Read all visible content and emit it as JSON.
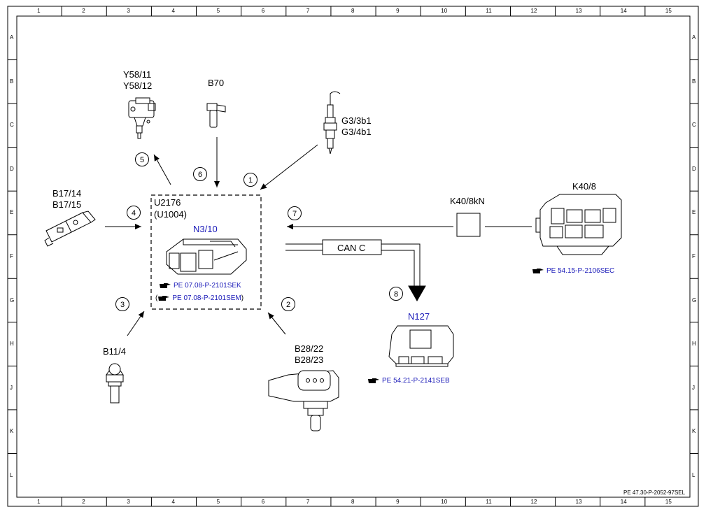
{
  "frame": {
    "columns": [
      "1",
      "2",
      "3",
      "4",
      "5",
      "6",
      "7",
      "8",
      "9",
      "10",
      "11",
      "12",
      "13",
      "14",
      "15"
    ],
    "rows": [
      "A",
      "B",
      "C",
      "D",
      "E",
      "F",
      "G",
      "H",
      "J",
      "K",
      "L"
    ]
  },
  "control_unit": {
    "code": "U2176",
    "alt_code": "(U1004)",
    "name": "N3/10",
    "ref1": "PE 07.08-P-2101SEK",
    "ref2_prefix": "(",
    "ref2": "PE 07.08-P-2101SEM",
    "ref2_suffix": ")"
  },
  "components": {
    "y58_a": "Y58/11",
    "y58_b": "Y58/12",
    "b70": "B70",
    "g3_a": "G3/3b1",
    "g3_b": "G3/4b1",
    "b17_a": "B17/14",
    "b17_b": "B17/15",
    "b11": "B11/4",
    "b28_a": "B28/22",
    "b28_b": "B28/23",
    "k40_8kn": "K40/8kN",
    "k40_8": "K40/8",
    "k40_ref": "PE 54.15-P-2106SEC",
    "n127": "N127",
    "n127_ref": "PE 54.21-P-2141SEB"
  },
  "bus": {
    "label": "CAN C"
  },
  "bubbles": [
    "1",
    "2",
    "3",
    "4",
    "5",
    "6",
    "7",
    "8"
  ],
  "doc_id": "PE 47.30-P-2052-97SEL",
  "colors": {
    "ref_blue": "#1a1ab8",
    "line": "#000000"
  }
}
